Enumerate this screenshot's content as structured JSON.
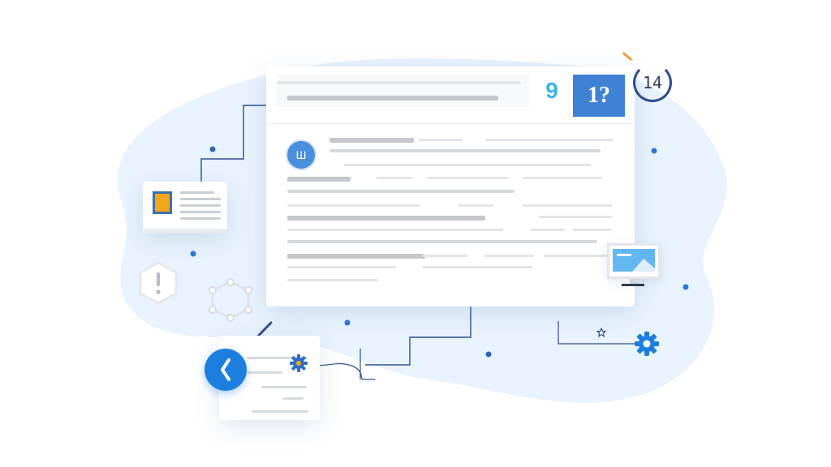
{
  "header": {
    "badge_text": "1?",
    "glyph_text": "9"
  },
  "counter": {
    "value": "14"
  },
  "avatar": {
    "glyph": "Ш"
  },
  "icons": {
    "shield": "alert-shield-icon",
    "network": "network-hexagon-icon",
    "gear": "gear-icon",
    "clock": "clock-icon",
    "star": "star-icon",
    "monitor": "monitor-icon",
    "profile": "id-card-icon"
  },
  "colors": {
    "accent_blue": "#1c7fe0",
    "badge_blue": "#3f82d4",
    "blob": "#e8f2fc",
    "orange": "#f3a81a"
  }
}
